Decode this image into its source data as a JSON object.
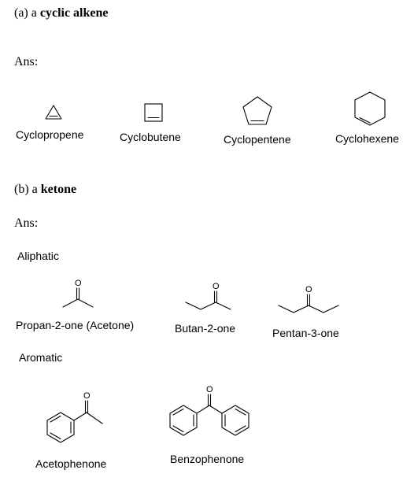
{
  "part_a": {
    "label": "(a) a ",
    "label_bold": "cyclic alkene",
    "ans": "Ans:",
    "compounds": [
      {
        "name": "Cyclopropene",
        "structure": "cyclopropene-structure"
      },
      {
        "name": "Cyclobutene",
        "structure": "cyclobutene-structure"
      },
      {
        "name": "Cyclopentene",
        "structure": "cyclopentene-structure"
      },
      {
        "name": "Cyclohexene",
        "structure": "cyclohexene-structure"
      }
    ]
  },
  "part_b": {
    "label": "(b) a ",
    "label_bold": "ketone",
    "ans": "Ans:",
    "aliphatic_heading": "Aliphatic",
    "aliphatic": [
      {
        "name": "Propan-2-one (Acetone)"
      },
      {
        "name": "Butan-2-one"
      },
      {
        "name": "Pentan-3-one"
      }
    ],
    "aromatic_heading": "Aromatic",
    "aromatic": [
      {
        "name": "Acetophenone"
      },
      {
        "name": "Benzophenone"
      }
    ],
    "oxygen_symbol": "O"
  }
}
